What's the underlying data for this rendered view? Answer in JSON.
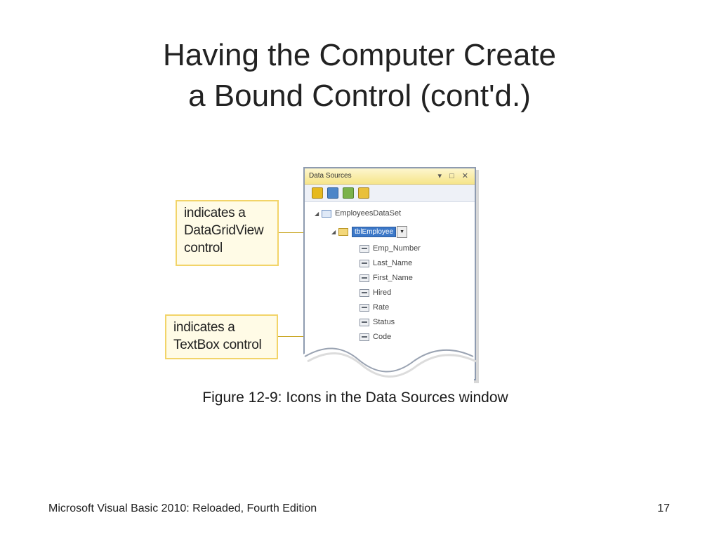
{
  "slide": {
    "title_line1": "Having the Computer Create",
    "title_line2": "a Bound Control (cont'd.)",
    "caption": "Figure 12-9: Icons in the Data Sources window",
    "footer_left": "Microsoft Visual Basic 2010: Reloaded, Fourth Edition",
    "page_number": "17"
  },
  "callouts": {
    "datagrid": {
      "line1": "indicates a",
      "line2": "DataGridView",
      "line3": "control"
    },
    "textbox": {
      "line1": "indicates a",
      "line2": "TextBox control"
    }
  },
  "data_sources_window": {
    "title": "Data Sources",
    "title_buttons": "▾ □ ✕",
    "toolbar_icons": [
      "add-data-source-icon",
      "edit-dataset-icon",
      "configure-dataset-icon",
      "refresh-icon"
    ],
    "dataset": "EmployeesDataSet",
    "table": "tblEmployee",
    "fields": [
      "Emp_Number",
      "Last_Name",
      "First_Name",
      "Hired",
      "Rate",
      "Status",
      "Code"
    ]
  },
  "colors": {
    "callout_border": "#f2d469",
    "callout_fill": "#fffbe6",
    "selection": "#3c78c8"
  }
}
